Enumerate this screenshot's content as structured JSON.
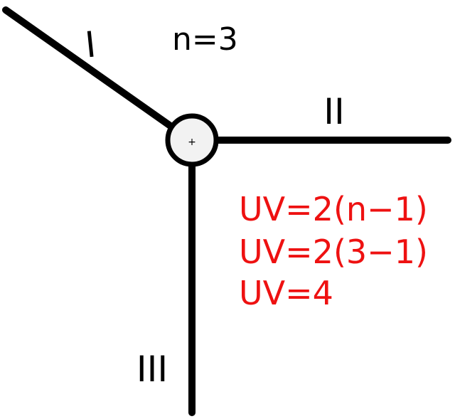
{
  "diagram": {
    "n_label": "n=3",
    "member_labels": {
      "one": "I",
      "two": "II",
      "three": "III"
    },
    "joint_marker": "+",
    "formula_lines": [
      "UV=2(n−1)",
      "UV=2(3−1)",
      "UV=4"
    ],
    "colors": {
      "lines": "#000000",
      "formula": "#ee1111",
      "joint_fill": "#f2f2f2"
    }
  }
}
